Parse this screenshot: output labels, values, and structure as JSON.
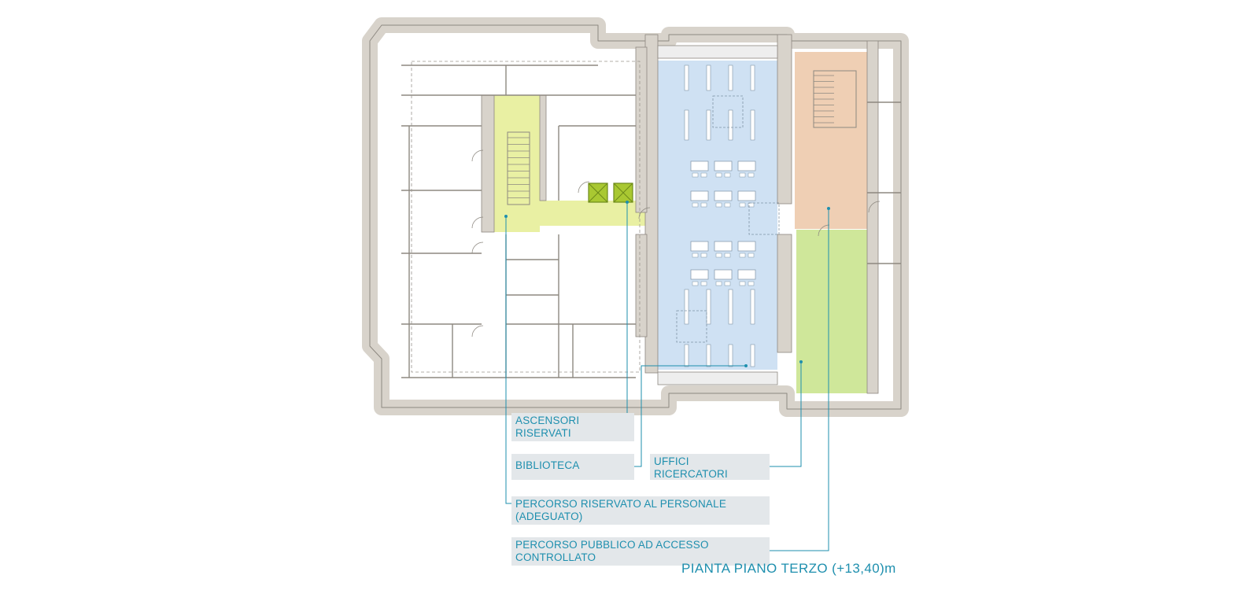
{
  "colors": {
    "wall_fill": "#d8d3cb",
    "wall_stroke": "#8d8880",
    "reading_room": "#cfe1f3",
    "reserved_staff_route": "#e9f0a3",
    "elevators": "#a9c832",
    "public_route": "#efcfb4",
    "researcher_offices": "#cfe79a",
    "label_text": "#1e8fae",
    "label_background": "#e3e7ea",
    "leader_line": "#1e8fae"
  },
  "legend": {
    "elevators": {
      "line1": "ASCENSORI",
      "line2": "RISERVATI"
    },
    "library": {
      "line1": "BIBLIOTECA"
    },
    "offices": {
      "line1": "UFFICI",
      "line2": "RICERCATORI"
    },
    "staff_route": {
      "line1": "PERCORSO RISERVATO AL PERSONALE",
      "line2": "(ADEGUATO)"
    },
    "public_route": {
      "line1": "PERCORSO PUBBLICO AD ACCESSO",
      "line2": "CONTROLLATO"
    }
  },
  "caption": "PIANTA PIANO TERZO (+13,40)m"
}
